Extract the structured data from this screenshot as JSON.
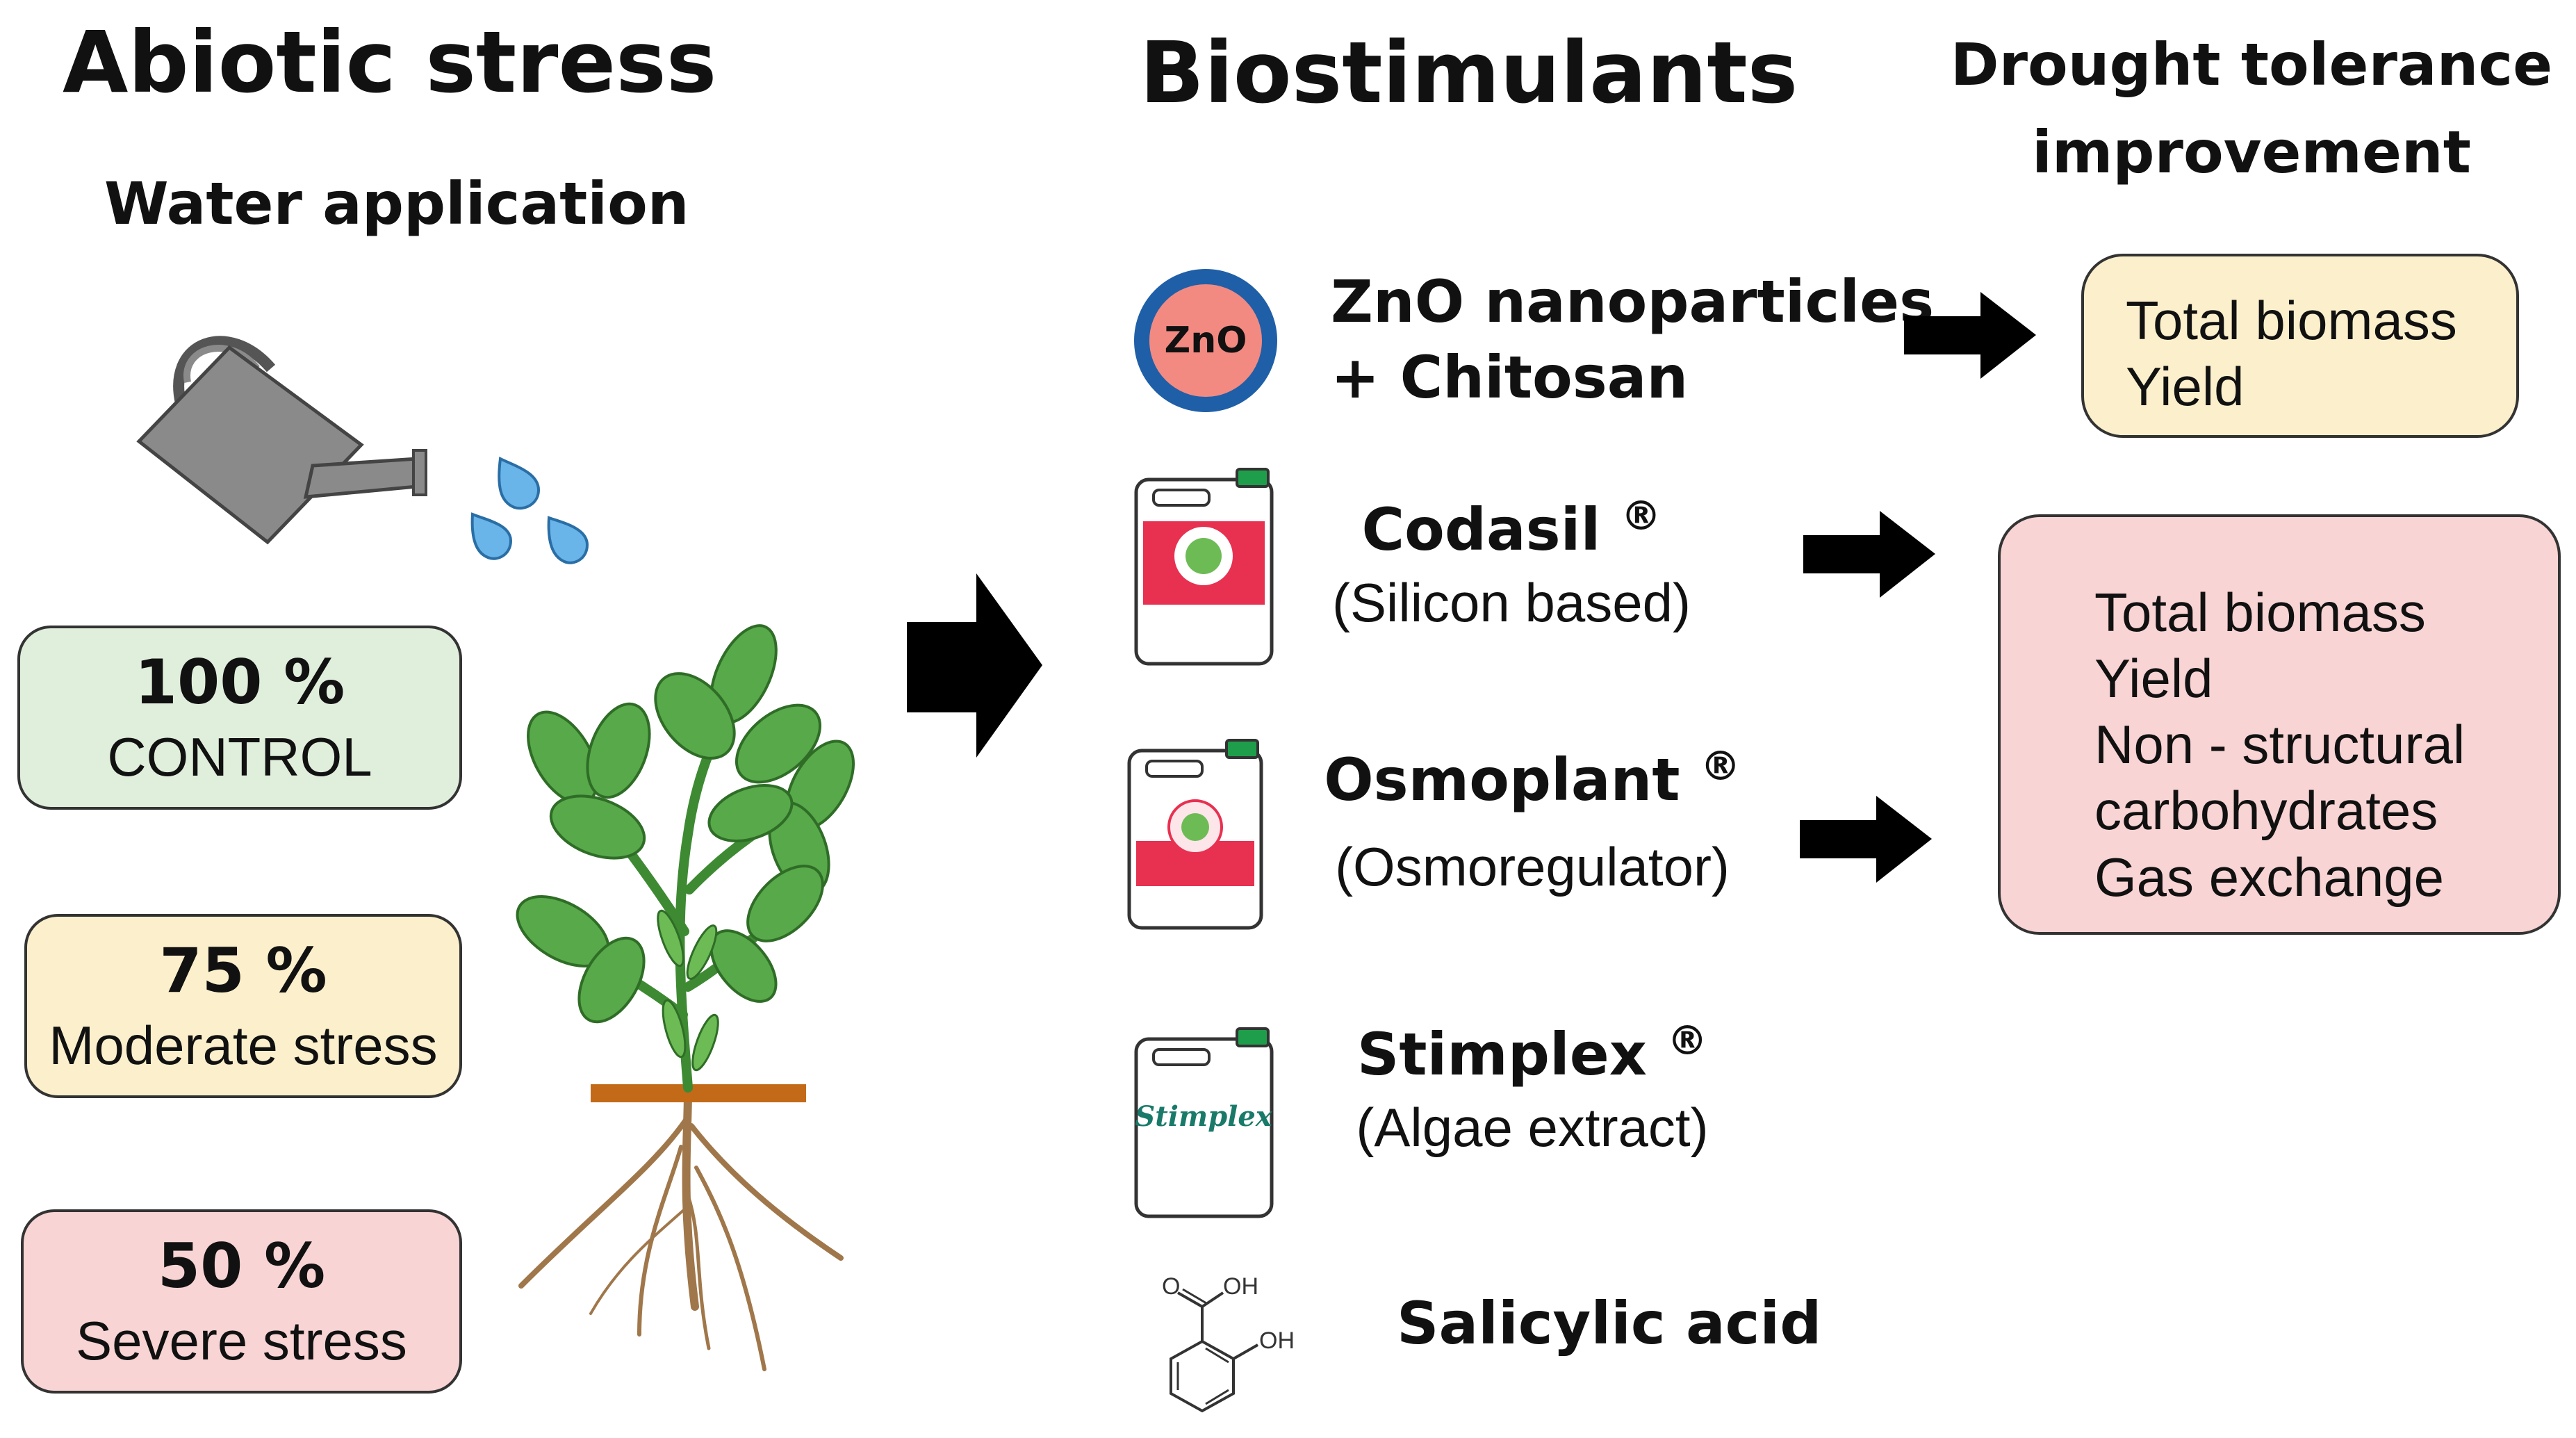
{
  "headings": {
    "abiotic": "Abiotic stress",
    "water": "Water application",
    "biostimulants": "Biostimulants",
    "drought_line1": "Drought tolerance",
    "drought_line2": "improvement"
  },
  "treatments": [
    {
      "percent": "100 %",
      "label": "CONTROL",
      "color": "#e0efdc"
    },
    {
      "percent": "75 %",
      "label": "Moderate stress",
      "color": "#fcf0cc"
    },
    {
      "percent": "50 %",
      "label": "Severe stress",
      "color": "#f9d4d4"
    }
  ],
  "biostimulants": [
    {
      "name_line1": "ZnO nanoparticles",
      "name_line2": "+ Chitosan",
      "icon_text": "ZnO"
    },
    {
      "name": "Codasil",
      "mark": "®",
      "sub": "(Silicon based)"
    },
    {
      "name": "Osmoplant",
      "mark": "®",
      "sub": "(Osmoregulator)"
    },
    {
      "name": "Stimplex",
      "mark": "®",
      "sub": "(Algae extract)",
      "jug_label": "Stimplex"
    },
    {
      "name": "Salicylic acid",
      "oh1": "OH",
      "oh2": "OH",
      "o": "O"
    }
  ],
  "results": {
    "zno": [
      "Total biomass",
      "Yield"
    ],
    "others": [
      "Total biomass",
      "Yield",
      "Non - structural",
      "carbohydrates",
      "Gas exchange"
    ]
  },
  "colors": {
    "arrow": "#000000",
    "zno_ring": "#1f5fa8",
    "zno_fill": "#f28a82",
    "leaf": "#58a94a",
    "root": "#a0774a",
    "soil": "#c36a18",
    "can": "#8a8a8a",
    "drop": "#69b4e8",
    "result_yellow": "#fcf0cc",
    "result_red": "#f9d4d4"
  }
}
